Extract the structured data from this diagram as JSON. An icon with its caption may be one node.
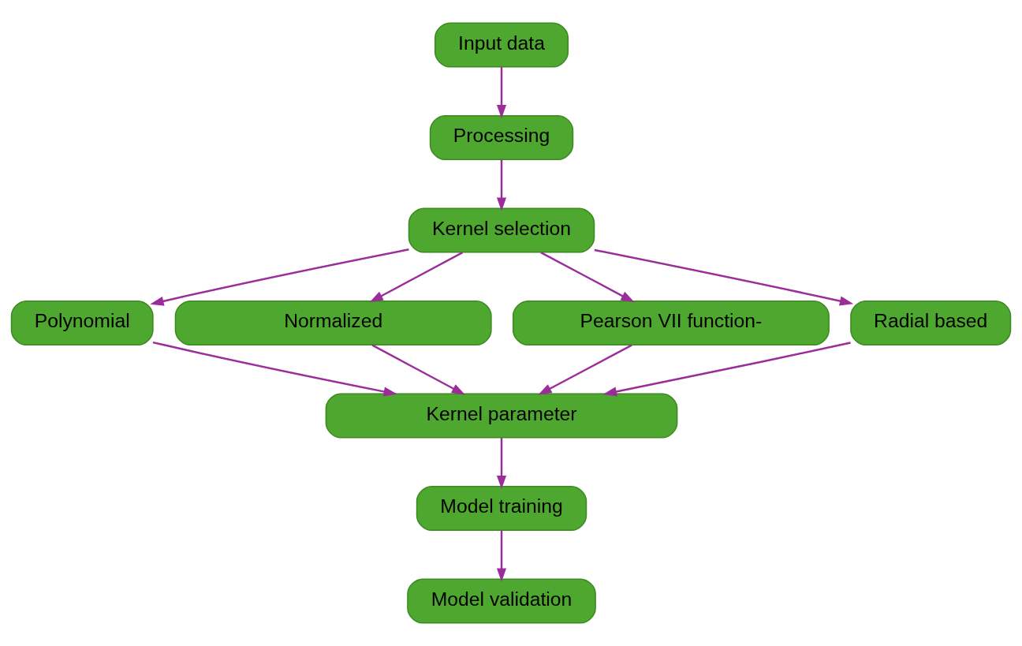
{
  "diagram": {
    "nodes": [
      {
        "text": [
          "Input data"
        ]
      },
      {
        "text": [
          "Processing"
        ]
      },
      {
        "text": [
          "Kernel selection"
        ]
      },
      {
        "text": [
          "Polynomial"
        ]
      },
      {
        "text": [
          "Normalized"
        ]
      },
      {
        "text": [
          "Pearson VII function-"
        ]
      },
      {
        "text": [
          "Radial based"
        ]
      },
      {
        "text": [
          "Kernel parameter"
        ]
      },
      {
        "text": [
          "Model training"
        ]
      },
      {
        "text": [
          "Model validation"
        ]
      }
    ],
    "edges": [
      {
        "from": 0,
        "to": 1,
        "arrow": "to"
      },
      {
        "from": 1,
        "to": 2,
        "arrow": "to"
      },
      {
        "from": 2,
        "to": 3,
        "arrow": "to"
      },
      {
        "from": 2,
        "to": 4,
        "arrow": "to"
      },
      {
        "from": 2,
        "to": 5,
        "arrow": "to"
      },
      {
        "from": 2,
        "to": 6,
        "arrow": "to"
      },
      {
        "from": 3,
        "to": 7,
        "arrow": "to"
      },
      {
        "from": 4,
        "to": 7,
        "arrow": "to"
      },
      {
        "from": 5,
        "to": 7,
        "arrow": "to"
      },
      {
        "from": 6,
        "to": 7,
        "arrow": "to"
      },
      {
        "from": 7,
        "to": 8,
        "arrow": "to"
      },
      {
        "from": 8,
        "to": 9,
        "arrow": "to"
      }
    ]
  }
}
